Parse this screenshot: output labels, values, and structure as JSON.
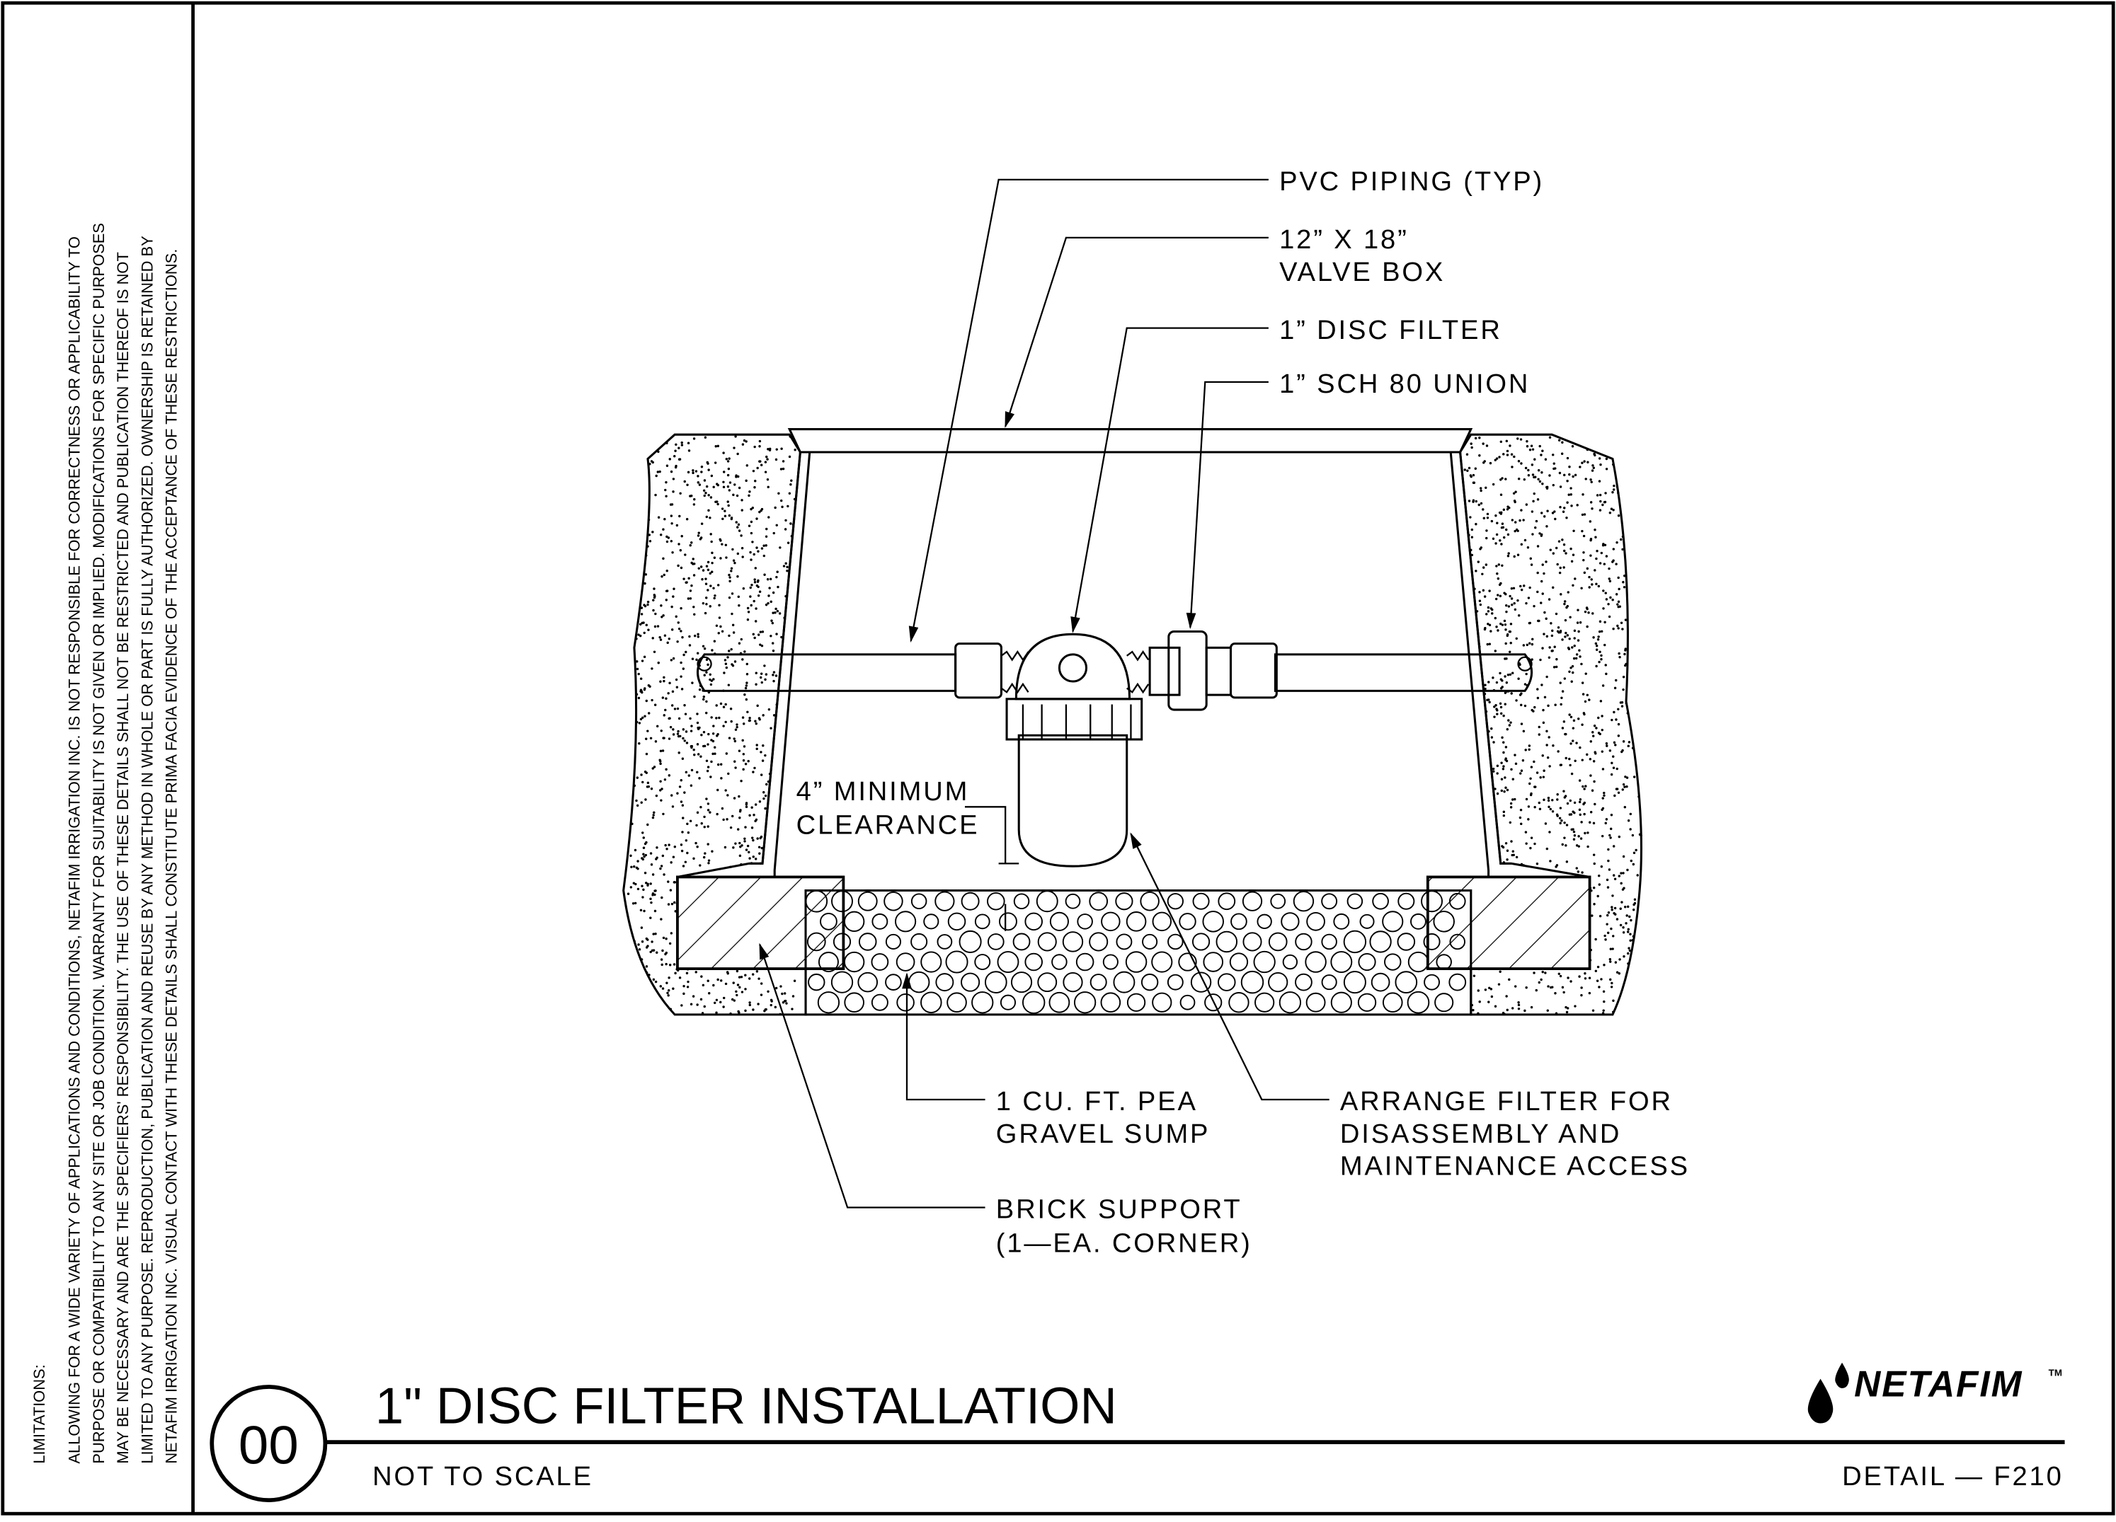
{
  "limitations": {
    "heading": "LIMITATIONS:",
    "lines": [
      "ALLOWING FOR A WIDE VARIETY OF APPLICATIONS AND CONDITIONS, NETAFIM IRRIGATION INC. IS NOT RESPONSIBLE FOR CORRECTNESS OR APPLICABILITY TO",
      "PURPOSE OR COMPATIBILITY TO ANY SITE OR JOB CONDITION. WARRANTY FOR SUITABILITY IS NOT GIVEN OR IMPLIED. MODIFICATIONS FOR SPECIFIC PURPOSES",
      "MAY BE NECESSARY AND ARE THE SPECIFIERS' RESPONSIBILITY. THE USE OF THESE DETAILS SHALL NOT BE RESTRICTED AND PUBLICATION THEREOF IS NOT",
      "LIMITED TO ANY PURPOSE.  REPRODUCTION, PUBLICATION AND REUSE BY ANY METHOD IN WHOLE OR PART IS FULLY AUTHORIZED. OWNERSHIP IS RETAINED BY",
      "NETAFIM IRRIGATION INC.  VISUAL CONTACT WITH THESE DETAILS SHALL CONSTITUTE PRIMA FACIA EVIDENCE OF THE ACCEPTANCE OF THESE RESTRICTIONS."
    ]
  },
  "callouts": {
    "pvc_piping": "PVC PIPING (TYP)",
    "valve_box_1": "12” X 18”",
    "valve_box_2": "VALVE BOX",
    "disc_filter": "1” DISC FILTER",
    "union": "1” SCH 80 UNION",
    "clearance_1": "4” MINIMUM",
    "clearance_2": "CLEARANCE",
    "gravel_1": "1 CU. FT. PEA",
    "gravel_2": "GRAVEL SUMP",
    "arrange_1": "ARRANGE FILTER FOR",
    "arrange_2": "DISASSEMBLY AND",
    "arrange_3": "MAINTENANCE ACCESS",
    "brick_1": "BRICK SUPPORT",
    "brick_2": "(1—EA. CORNER)"
  },
  "title_block": {
    "detail_number": "00",
    "title": "1\" DISC FILTER INSTALLATION",
    "scale": "NOT TO SCALE",
    "detail_code": "DETAIL  —  F210",
    "logo": "NETAFIM",
    "logo_tm": "TM"
  }
}
